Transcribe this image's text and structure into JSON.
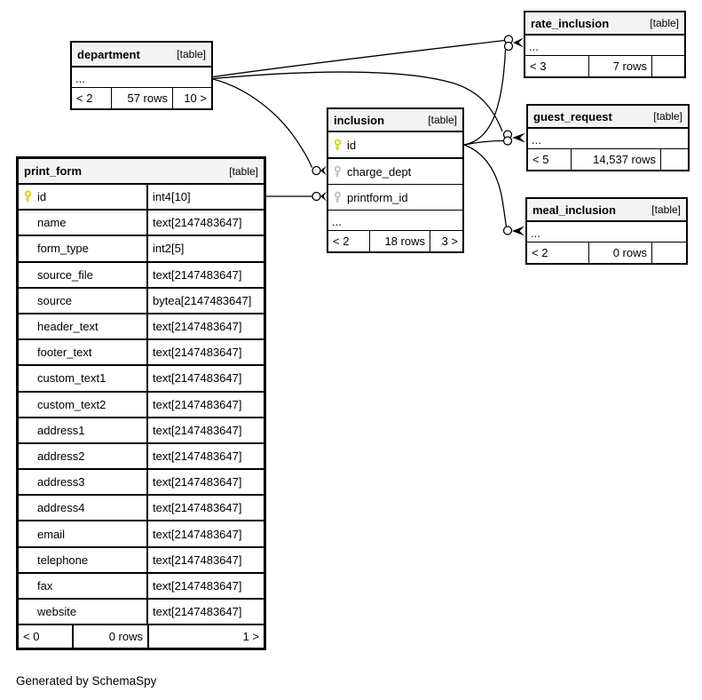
{
  "diagram": {
    "generated_note": "Generated by SchemaSpy",
    "table_badge": "[table]",
    "ellipsis": "..."
  },
  "colors": {
    "primary_key_icon": "#d6d600",
    "foreign_key_icon": "#c0c0c0",
    "header_bg": "#f3f3f3",
    "border": "#000000",
    "line": "#000000",
    "background": "#ffffff"
  },
  "tables": {
    "department": {
      "name": "department",
      "footer": {
        "prev": "< 2",
        "rows": "57 rows",
        "next": "10 >"
      }
    },
    "rate_inclusion": {
      "name": "rate_inclusion",
      "footer": {
        "prev": "< 3",
        "rows": "7 rows",
        "next": ""
      }
    },
    "guest_request": {
      "name": "guest_request",
      "footer": {
        "prev": "< 5",
        "rows": "14,537 rows",
        "next": ""
      }
    },
    "meal_inclusion": {
      "name": "meal_inclusion",
      "footer": {
        "prev": "< 2",
        "rows": "0 rows",
        "next": ""
      }
    },
    "inclusion": {
      "name": "inclusion",
      "columns": [
        {
          "name": "id",
          "key": "primary"
        },
        {
          "name": "charge_dept",
          "key": "foreign"
        },
        {
          "name": "printform_id",
          "key": "foreign"
        }
      ],
      "footer": {
        "prev": "< 2",
        "rows": "18 rows",
        "next": "3 >"
      }
    },
    "print_form": {
      "name": "print_form",
      "columns": [
        {
          "name": "id",
          "type": "int4[10]",
          "key": "primary"
        },
        {
          "name": "name",
          "type": "text[2147483647]"
        },
        {
          "name": "form_type",
          "type": "int2[5]"
        },
        {
          "name": "source_file",
          "type": "text[2147483647]"
        },
        {
          "name": "source",
          "type": "bytea[2147483647]"
        },
        {
          "name": "header_text",
          "type": "text[2147483647]"
        },
        {
          "name": "footer_text",
          "type": "text[2147483647]"
        },
        {
          "name": "custom_text1",
          "type": "text[2147483647]"
        },
        {
          "name": "custom_text2",
          "type": "text[2147483647]"
        },
        {
          "name": "address1",
          "type": "text[2147483647]"
        },
        {
          "name": "address2",
          "type": "text[2147483647]"
        },
        {
          "name": "address3",
          "type": "text[2147483647]"
        },
        {
          "name": "address4",
          "type": "text[2147483647]"
        },
        {
          "name": "email",
          "type": "text[2147483647]"
        },
        {
          "name": "telephone",
          "type": "text[2147483647]"
        },
        {
          "name": "fax",
          "type": "text[2147483647]"
        },
        {
          "name": "website",
          "type": "text[2147483647]"
        }
      ],
      "footer": {
        "prev": "< 0",
        "rows": "0 rows",
        "next": "1 >"
      }
    }
  }
}
